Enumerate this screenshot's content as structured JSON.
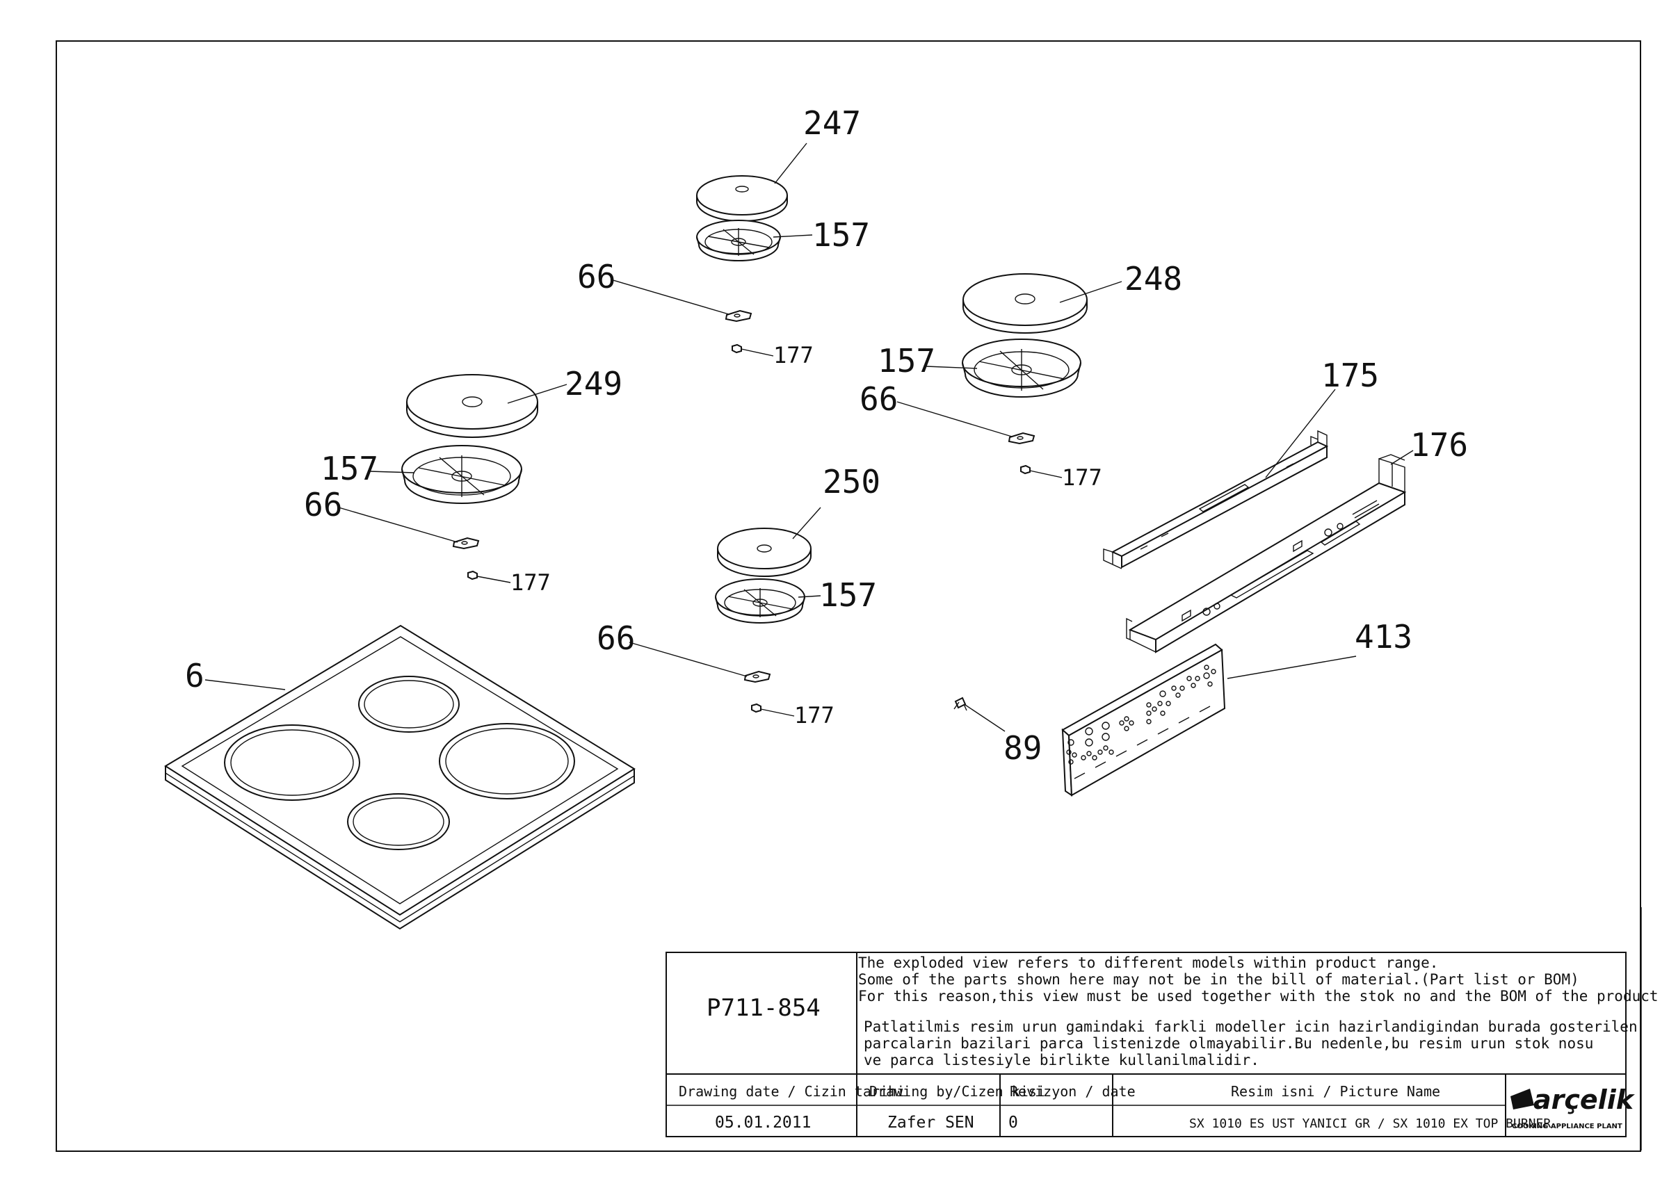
{
  "drawing": {
    "part_labels": {
      "cap_small_top": "247",
      "cap_large_right": "248",
      "cap_large_left": "249",
      "cap_small_mid": "250",
      "burner_base": "157",
      "injector_holder": "66",
      "nut": "177",
      "hob_glass": "6",
      "rail_upper": "175",
      "rail_lower": "176",
      "control_panel": "413",
      "screw": "89"
    }
  },
  "title_block": {
    "drawing_no": "P711-854",
    "note_en": [
      "The exploded view refers to different models within product range.",
      "Some of the parts shown here may not be in the bill of material.(Part list or BOM)",
      "For this reason,this view must be used together with the stok no and the BOM of the product"
    ],
    "note_tr": [
      "Patlatilmis resim urun gamindaki farkli modeller icin hazirlandigindan burada gosterilen",
      "parcalarin bazilari parca listenizde olmayabilir.Bu nedenle,bu resim urun stok nosu",
      "ve parca listesiyle birlikte kullanilmalidir."
    ],
    "headers": {
      "date": "Drawing date / Cizin tarihi",
      "drawn_by": "Drawing by/Cizen kisi",
      "revision": "Revizyon / date",
      "picture_name": "Resim isni / Picture Name"
    },
    "values": {
      "date": "05.01.2011",
      "drawn_by": "Zafer SEN",
      "revision": "0",
      "picture_name": "SX 1010 ES UST YANICI GR / SX 1010 EX TOP BURNER"
    },
    "brand": "arçelik",
    "brand_sub": "COOKING APPLIANCE PLANT"
  }
}
